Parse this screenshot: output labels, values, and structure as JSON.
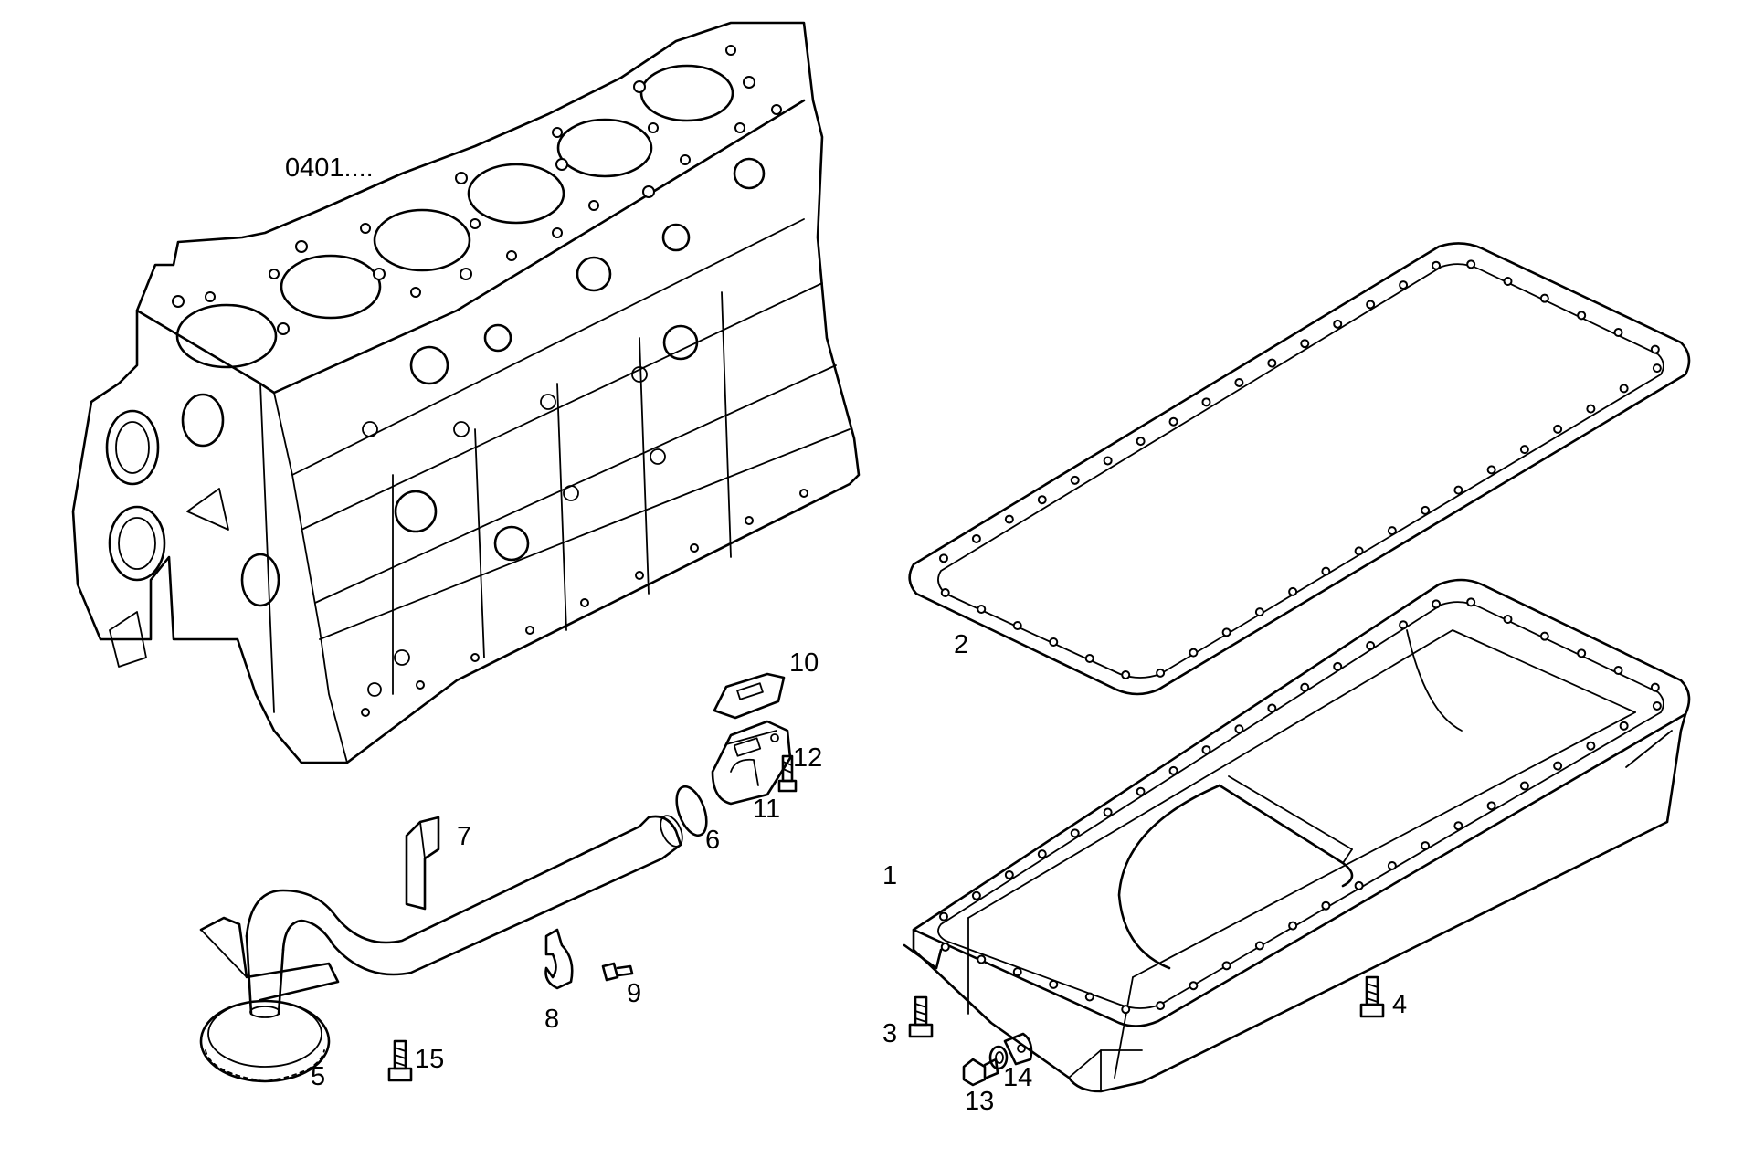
{
  "reference_label": "0401....",
  "callouts": [
    "1",
    "2",
    "3",
    "4",
    "5",
    "6",
    "7",
    "8",
    "9",
    "10",
    "11",
    "12",
    "13",
    "14",
    "15"
  ]
}
